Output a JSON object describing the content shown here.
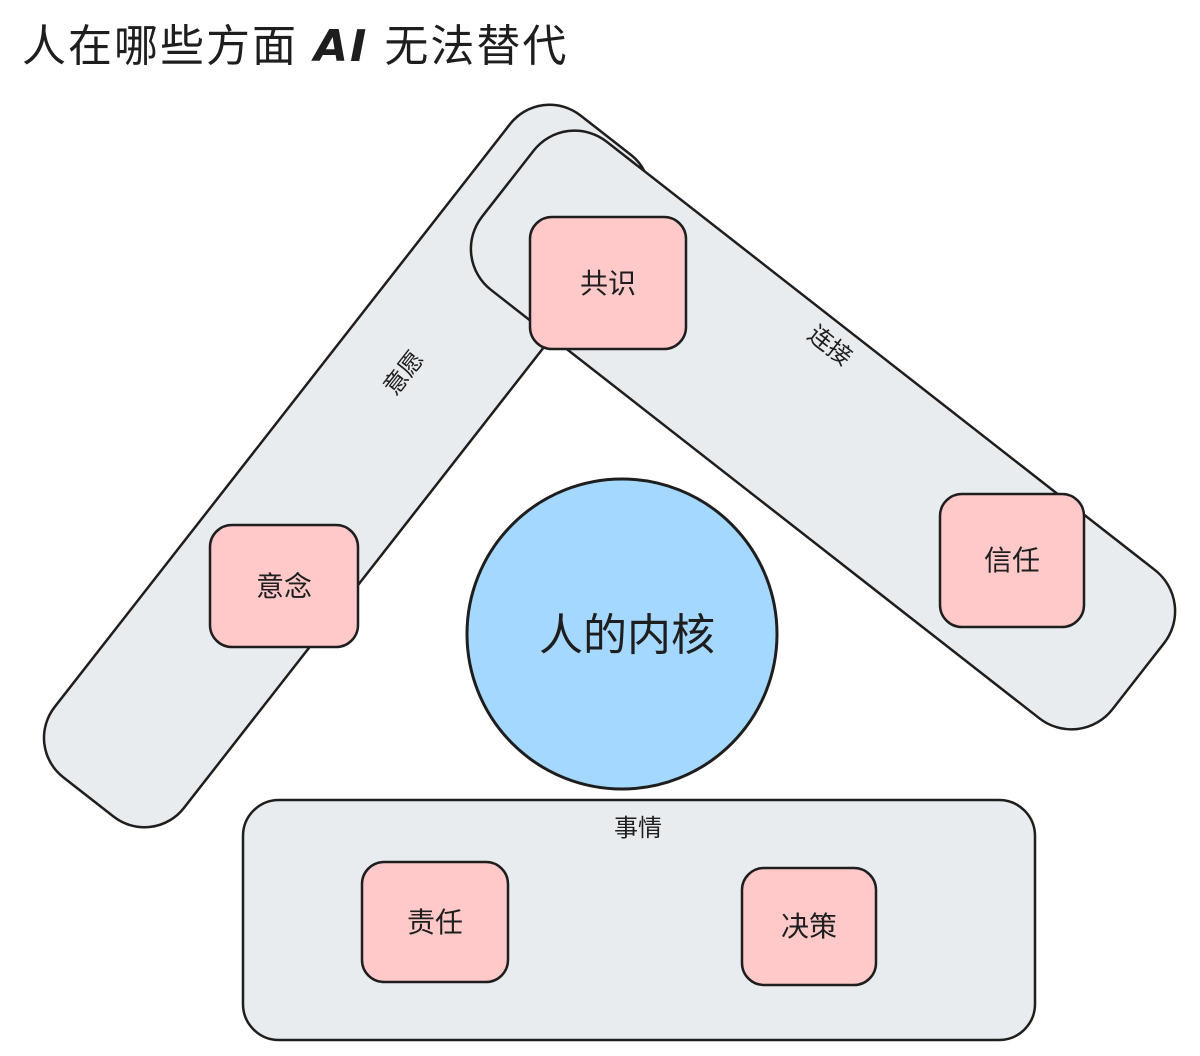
{
  "title_prefix": "人在哪些方面 ",
  "title_ai": "AI",
  "title_suffix": " 无法替代",
  "core": "人的内核",
  "groups": {
    "will": "意愿",
    "connect": "连接",
    "matters": "事情"
  },
  "cards": {
    "intention": "意念",
    "consensus": "共识",
    "trust": "信任",
    "responsibility": "责任",
    "decision": "决策"
  },
  "colors": {
    "bar": "#e9ecef",
    "card": "#ffc9c9",
    "core": "#a5d8ff"
  }
}
